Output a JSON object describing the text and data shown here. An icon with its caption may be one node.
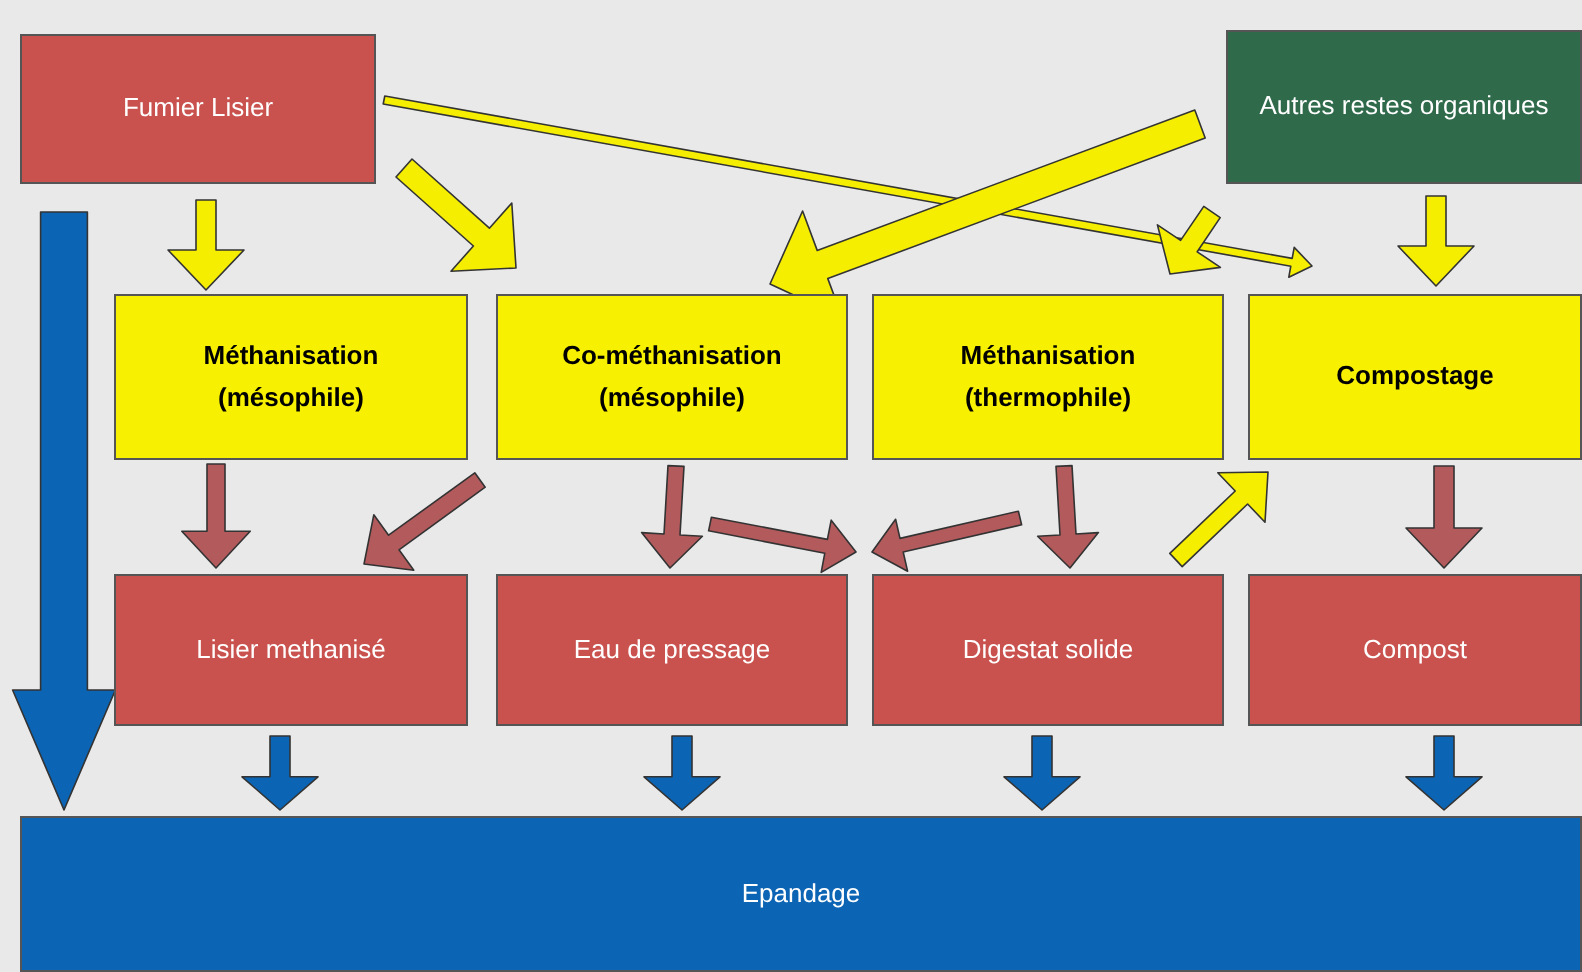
{
  "diagram": {
    "nodes": [
      {
        "text": [
          "Fumier Lisier"
        ]
      },
      {
        "text": [
          "Autres restes organiques"
        ]
      },
      {
        "text": [
          "Méthanisation (mésophile)"
        ]
      },
      {
        "text": [
          "Co-méthanisation (mésophile)"
        ]
      },
      {
        "text": [
          "Méthanisation (thermophile)"
        ]
      },
      {
        "text": [
          "Compostage"
        ]
      },
      {
        "text": [
          "Lisier methanisé"
        ]
      },
      {
        "text": [
          "Eau de pressage"
        ]
      },
      {
        "text": [
          "Digestat solide"
        ]
      },
      {
        "text": [
          "Compost"
        ]
      },
      {
        "text": [
          "Epandage"
        ]
      }
    ],
    "edges": [
      {
        "from": 0,
        "to": 2,
        "arrow": "to",
        "color": "#f5ee00"
      },
      {
        "from": 0,
        "to": 3,
        "arrow": "to",
        "color": "#f5ee00"
      },
      {
        "from": 0,
        "to": 5,
        "arrow": "to",
        "color": "#f5ee00"
      },
      {
        "from": 1,
        "to": 3,
        "arrow": "to",
        "color": "#f5ee00"
      },
      {
        "from": 1,
        "to": 4,
        "arrow": "to",
        "color": "#f5ee00"
      },
      {
        "from": 1,
        "to": 5,
        "arrow": "to",
        "color": "#f5ee00"
      },
      {
        "from": 2,
        "to": 6,
        "arrow": "to",
        "color": "#b35a5c"
      },
      {
        "from": 3,
        "to": 6,
        "arrow": "to",
        "color": "#b35a5c"
      },
      {
        "from": 3,
        "to": 7,
        "arrow": "to",
        "color": "#b35a5c"
      },
      {
        "from": 3,
        "to": 8,
        "arrow": "to",
        "color": "#b35a5c"
      },
      {
        "from": 4,
        "to": 7,
        "arrow": "to",
        "color": "#b35a5c"
      },
      {
        "from": 4,
        "to": 8,
        "arrow": "to",
        "color": "#b35a5c"
      },
      {
        "from": 8,
        "to": 5,
        "arrow": "to",
        "color": "#f5ee00"
      },
      {
        "from": 5,
        "to": 9,
        "arrow": "to",
        "color": "#b35a5c"
      },
      {
        "from": 6,
        "to": 10,
        "arrow": "to",
        "color": "#0b64b4"
      },
      {
        "from": 7,
        "to": 10,
        "arrow": "to",
        "color": "#0b64b4"
      },
      {
        "from": 8,
        "to": 10,
        "arrow": "to",
        "color": "#0b64b4"
      },
      {
        "from": 9,
        "to": 10,
        "arrow": "to",
        "color": "#0b64b4"
      },
      {
        "from": 0,
        "to": 10,
        "arrow": "to",
        "style": "thick",
        "color": "#0b64b4"
      }
    ]
  }
}
